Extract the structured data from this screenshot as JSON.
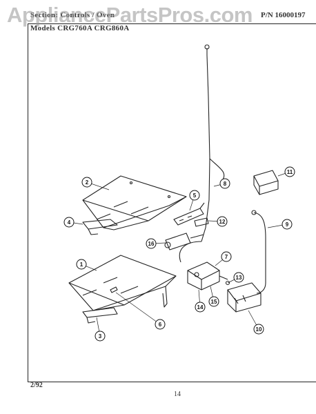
{
  "header": {
    "line1": "Section: Controls / Oven",
    "line2": "Models CRG760A CRG860A",
    "part_number": "P/N 16000197"
  },
  "watermark": "AppliancePartsPros.com",
  "footer": {
    "date": "2/92",
    "page": "14"
  },
  "callouts": [
    "1",
    "2",
    "3",
    "4",
    "5",
    "6",
    "7",
    "8",
    "9",
    "10",
    "11",
    "12",
    "13",
    "14",
    "15",
    "16"
  ]
}
